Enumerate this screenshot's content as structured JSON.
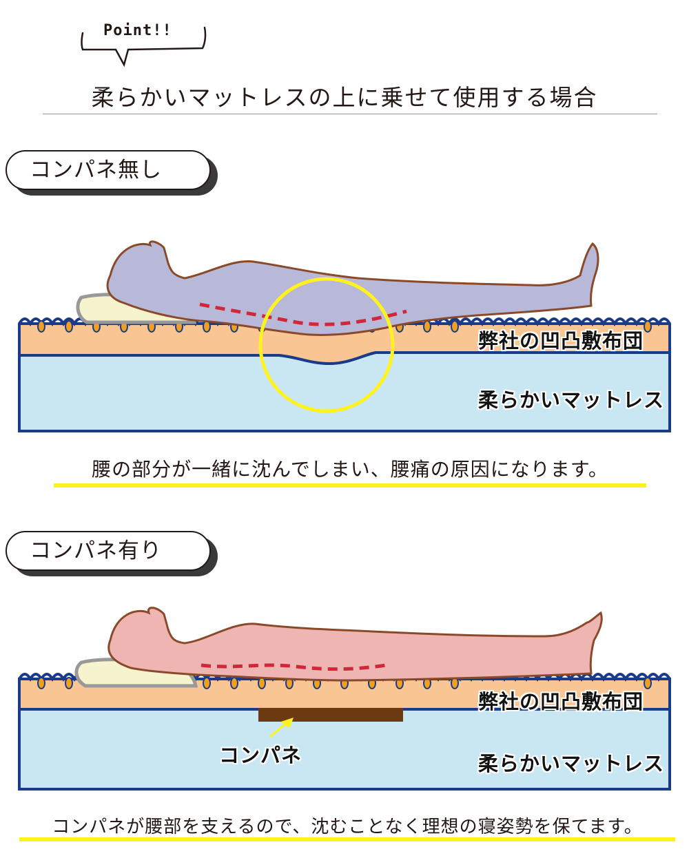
{
  "callout": {
    "text": "Point!!"
  },
  "heading": "柔らかいマットレスの上に乗せて使用する場合",
  "sections": [
    {
      "badge": "コンパネ無し",
      "labels": {
        "futon": "弊社の凹凸敷布団",
        "mattress": "柔らかいマットレス"
      },
      "caption": "腰の部分が一緒に沈んでしまい、腰痛の原因になります。"
    },
    {
      "badge": "コンパネ有り",
      "labels": {
        "futon": "弊社の凹凸敷布団",
        "mattress": "柔らかいマットレス",
        "board": "コンパネ"
      },
      "caption": "コンパネが腰部を支えるので、沈むことなく理想の寝姿勢を保てます。"
    }
  ],
  "colors": {
    "body_without": "#b8b8d8",
    "body_with": "#efb5b3",
    "body_outline": "#8a4a2a",
    "futon": "#f8c593",
    "futon_edge": "#1a3a8a",
    "bump": "#f0a020",
    "mattress": "#c9e7f3",
    "mattress_edge": "#1a3a8a",
    "board": "#6b3a10",
    "pillow": "#f6f3cf",
    "pillow_edge": "#999999",
    "spine": "#d0283a",
    "highlight": "#fff21f"
  }
}
